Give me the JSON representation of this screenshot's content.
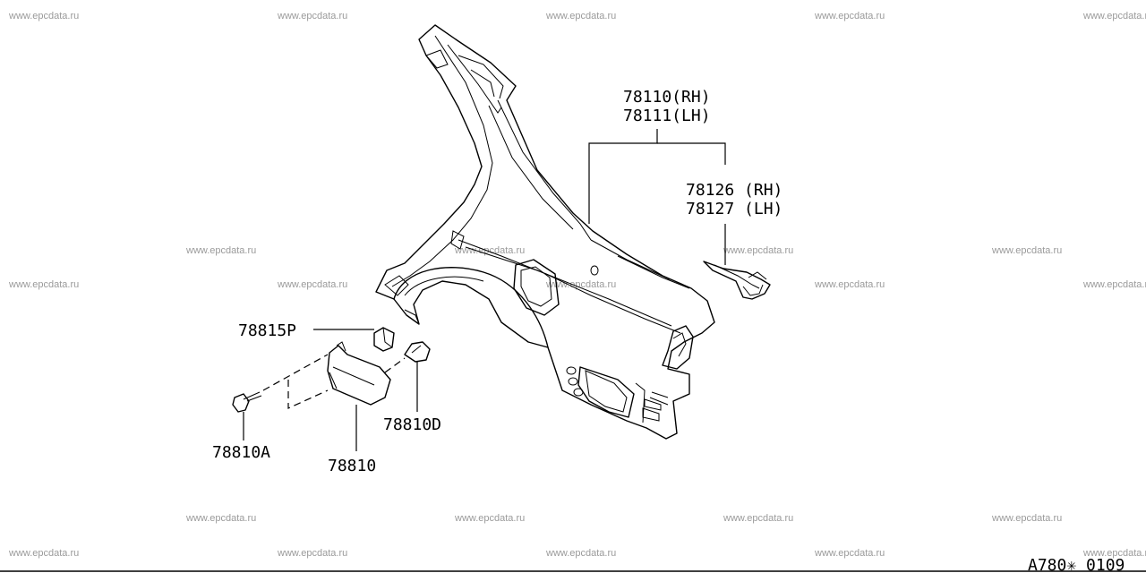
{
  "watermark": "www.epcdata.ru",
  "labels": {
    "p78110": "78110(RH)",
    "p78111": "78111(LH)",
    "p78126": "78126 (RH)",
    "p78127": "78127 (LH)",
    "p78815P": "78815P",
    "p78810D": "78810D",
    "p78810A": "78810A",
    "p78810": "78810"
  },
  "diagram_code": "A780✳ 0109"
}
